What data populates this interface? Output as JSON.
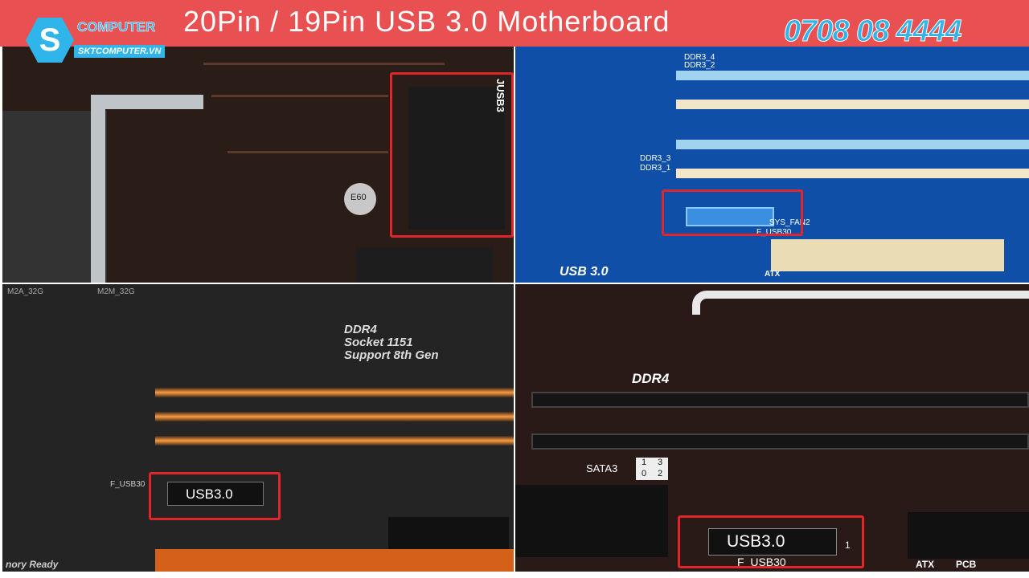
{
  "banner": {
    "title": "20Pin / 19Pin USB 3.0 Motherboard",
    "phone": "0708 08 4444",
    "logo_text": "COMPUTER",
    "logo_url_text": "SKTCOMPUTER.VN",
    "color": "#e84a4c",
    "accent": "#2fb5ea"
  },
  "top_left": {
    "header_label": "JUSB3",
    "cap_label": "E60"
  },
  "top_right": {
    "ddr_labels": [
      "DDR3_4",
      "DDR3_2",
      "DDR3_3",
      "DDR3_1"
    ],
    "fan_label": "SYS_FAN2",
    "usb_header": "F_USB30",
    "atx_label": "ATX",
    "caption": "USB 3.0"
  },
  "bottom_left": {
    "slot_labels": [
      "M2A_32G",
      "M2M_32G"
    ],
    "ddr": "DDR4",
    "socket": "Socket 1151",
    "support": "Support 8th Gen",
    "usb_label": "USB3.0",
    "header": "F_USB30",
    "footer": "nory Ready"
  },
  "bottom_right": {
    "ddr": "DDR4",
    "sata": "SATA3",
    "sata_ports": [
      "1",
      "3",
      "0",
      "2"
    ],
    "usb_label": "USB3.0",
    "header": "F_USB30",
    "pin": "1",
    "atx": "ATX",
    "pcb": "PCB"
  }
}
